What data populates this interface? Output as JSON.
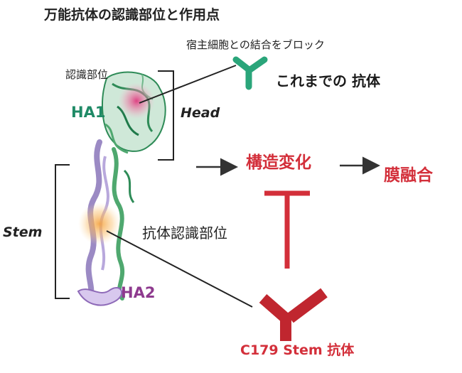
{
  "title": "万能抗体の認識部位と作用点",
  "labels": {
    "block_host_cell": "宿主細胞との結合をブロック",
    "existing_antibody": "これまでの 抗体",
    "recognition_site": "認識部位",
    "ha1": "HA1",
    "head": "Head",
    "conformational_change": "構造変化",
    "membrane_fusion": "膜融合",
    "stem": "Stem",
    "antibody_recognition_site": "抗体認識部位",
    "ha2": "HA2",
    "c179_antibody": "C179 Stem 抗体"
  },
  "colors": {
    "red": "#d32f3a",
    "green_antibody": "#2aa57a",
    "ha1_green": "#1f8a66",
    "ha2_purple": "#8e3a8e",
    "dark_antibody": "#c0262f"
  }
}
